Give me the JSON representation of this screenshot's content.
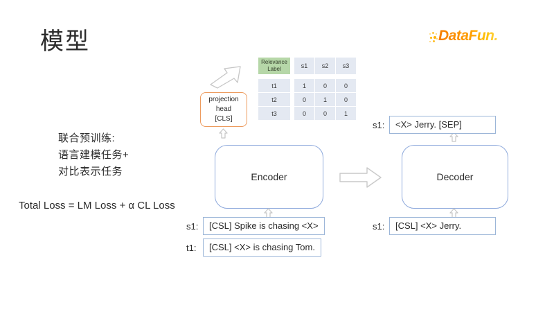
{
  "slide": {
    "title": "模型",
    "background": "#ffffff"
  },
  "logo": {
    "text": "DataFun.",
    "accent_from": "#f57c00",
    "accent_to": "#ffd54f"
  },
  "left_text": {
    "line1": "联合预训练:",
    "line2": "语言建模任务+",
    "line3": "对比表示任务",
    "loss_formula": "Total Loss = LM Loss + α CL Loss"
  },
  "matrix": {
    "corner_label": "Relevance Label",
    "corner_label_line1": "Relevance",
    "corner_label_line2": "Label",
    "corner_color": "#b6d7a8",
    "cell_color": "#e4e9f2",
    "columns": [
      "s1",
      "s2",
      "s3"
    ],
    "rows": [
      {
        "label": "t1",
        "values": [
          "1",
          "0",
          "0"
        ]
      },
      {
        "label": "t2",
        "values": [
          "0",
          "1",
          "0"
        ]
      },
      {
        "label": "t3",
        "values": [
          "0",
          "0",
          "1"
        ]
      }
    ]
  },
  "projection_head": {
    "line1": "projection",
    "line2": "head",
    "line3": "[CLS]",
    "border_color": "#ed9b5e"
  },
  "encoder": {
    "label": "Encoder",
    "border_color": "#8faadc"
  },
  "decoder": {
    "label": "Decoder",
    "border_color": "#8faadc"
  },
  "sentences": {
    "encoder_input_s1": {
      "tag": "s1:",
      "text": "[CSL] Spike is chasing <X>"
    },
    "encoder_input_t1": {
      "tag": "t1:",
      "text": "[CSL] <X> is chasing Tom."
    },
    "decoder_output_s1": {
      "tag": "s1:",
      "text": "<X> Jerry. [SEP]"
    },
    "decoder_input_s1": {
      "tag": "s1:",
      "text": "[CSL] <X> Jerry."
    }
  },
  "arrows": {
    "stroke": "#bfbfbf"
  }
}
